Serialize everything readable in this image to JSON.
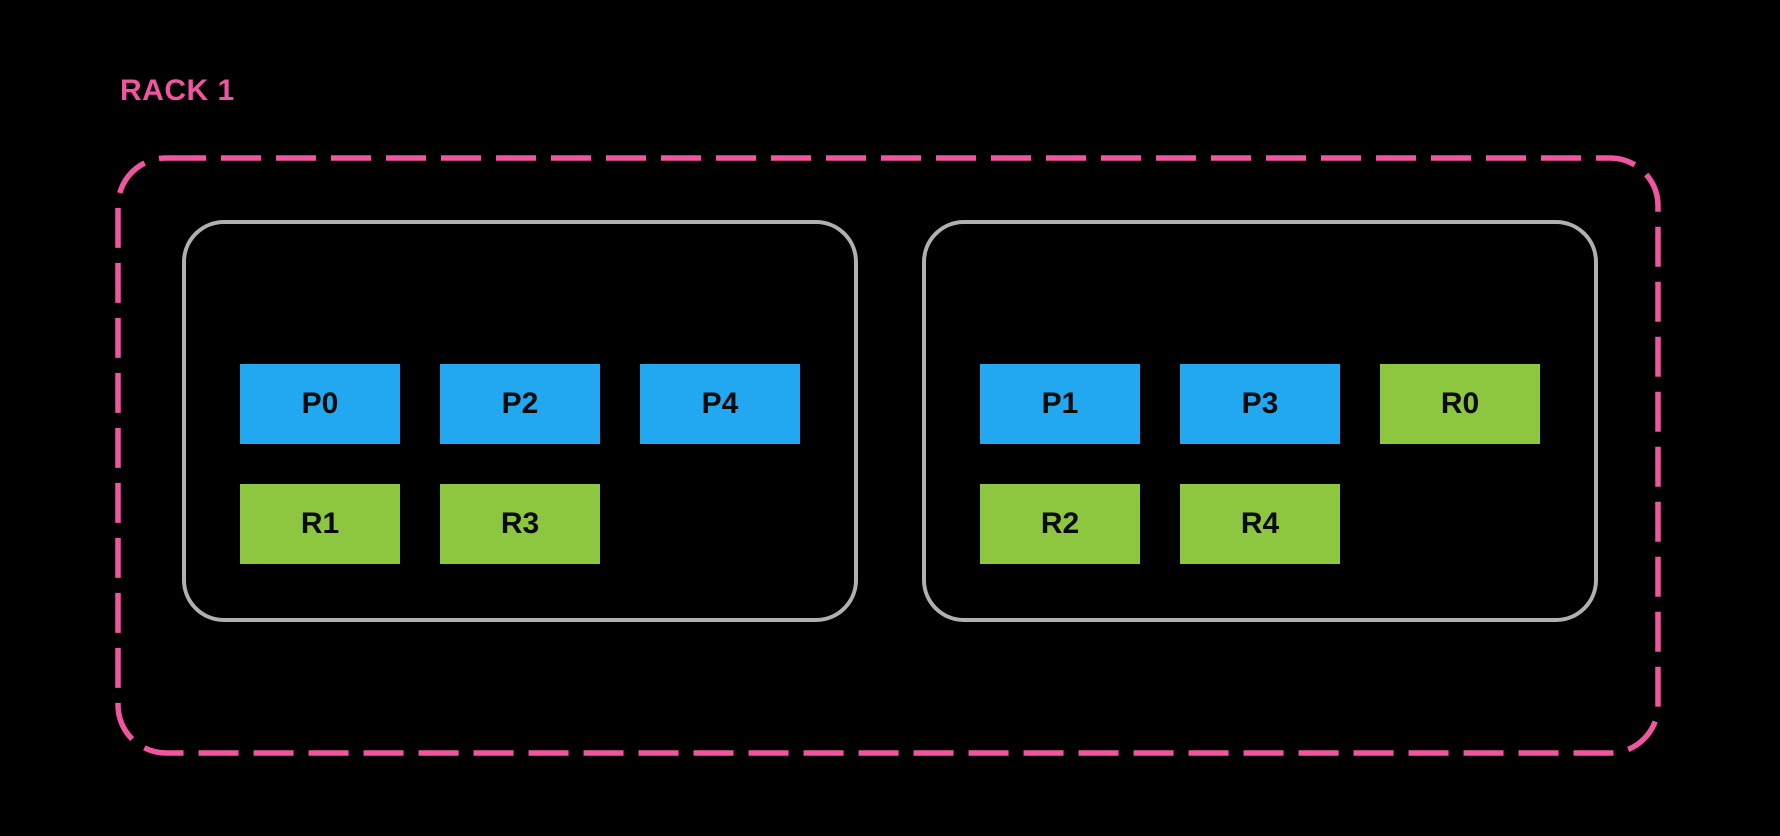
{
  "diagram": {
    "rack_label": "RACK 1",
    "colors": {
      "background": "#000000",
      "accent_pink": "#F0559F",
      "panel_border": "#B0B0B0",
      "primary_blue": "#21A8F0",
      "replica_green": "#8DC63F",
      "box_text": "#0B0B0B"
    },
    "nodes": [
      {
        "rows": [
          {
            "boxes": [
              {
                "label": "P0",
                "type": "primary"
              },
              {
                "label": "P2",
                "type": "primary"
              },
              {
                "label": "P4",
                "type": "primary"
              }
            ]
          },
          {
            "boxes": [
              {
                "label": "R1",
                "type": "replica"
              },
              {
                "label": "R3",
                "type": "replica"
              }
            ]
          }
        ]
      },
      {
        "rows": [
          {
            "boxes": [
              {
                "label": "P1",
                "type": "primary"
              },
              {
                "label": "P3",
                "type": "primary"
              },
              {
                "label": "R0",
                "type": "replica"
              }
            ]
          },
          {
            "boxes": [
              {
                "label": "R2",
                "type": "replica"
              },
              {
                "label": "R4",
                "type": "replica"
              }
            ]
          }
        ]
      }
    ]
  }
}
